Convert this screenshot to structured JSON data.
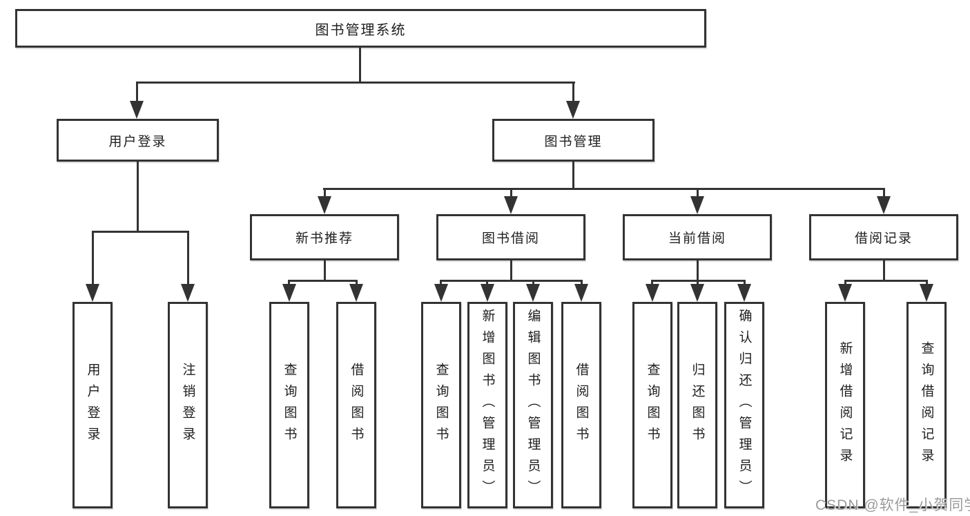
{
  "diagram": {
    "root_label": "图书管理系统",
    "nodes": {
      "user_login": "用户登录",
      "book_management": "图书管理",
      "new_book_recommend": "新书推荐",
      "book_borrow": "图书借阅",
      "current_borrow": "当前借阅",
      "borrow_records": "借阅记录"
    },
    "leaves": {
      "user_login": "用户登录",
      "logout": "注销登录",
      "newbook_query": "查询图书",
      "newbook_borrow": "借阅图书",
      "borrow_query": "查询图书",
      "borrow_add": "新增图书（管理员）",
      "borrow_edit": "编辑图书（管理员）",
      "borrow_borrow": "借阅图书",
      "current_query": "查询图书",
      "current_return": "归还图书",
      "current_confirm": "确认归还（管理员）",
      "records_add": "新增借阅记录",
      "records_query": "查询借阅记录"
    },
    "watermark": "CSDN @软件_小贺同学",
    "colors": {
      "line": "#333333",
      "text": "#1e1e1e",
      "background": "#ffffff",
      "watermark": "#9b9b9b"
    }
  }
}
